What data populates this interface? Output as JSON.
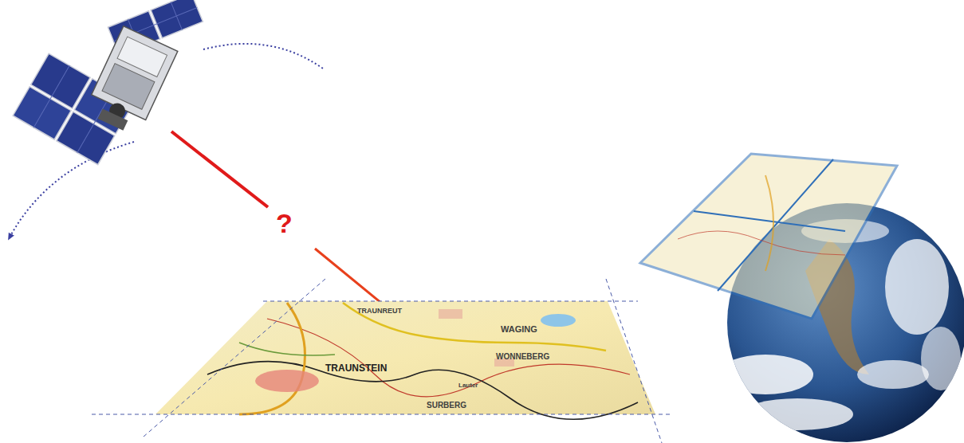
{
  "diagram": {
    "labels": [
      "?",
      "TRAUNREUT",
      "WAGING",
      "WONNEBERG",
      "TRAUNSTEIN",
      "Lauter",
      "SURBERG"
    ]
  }
}
